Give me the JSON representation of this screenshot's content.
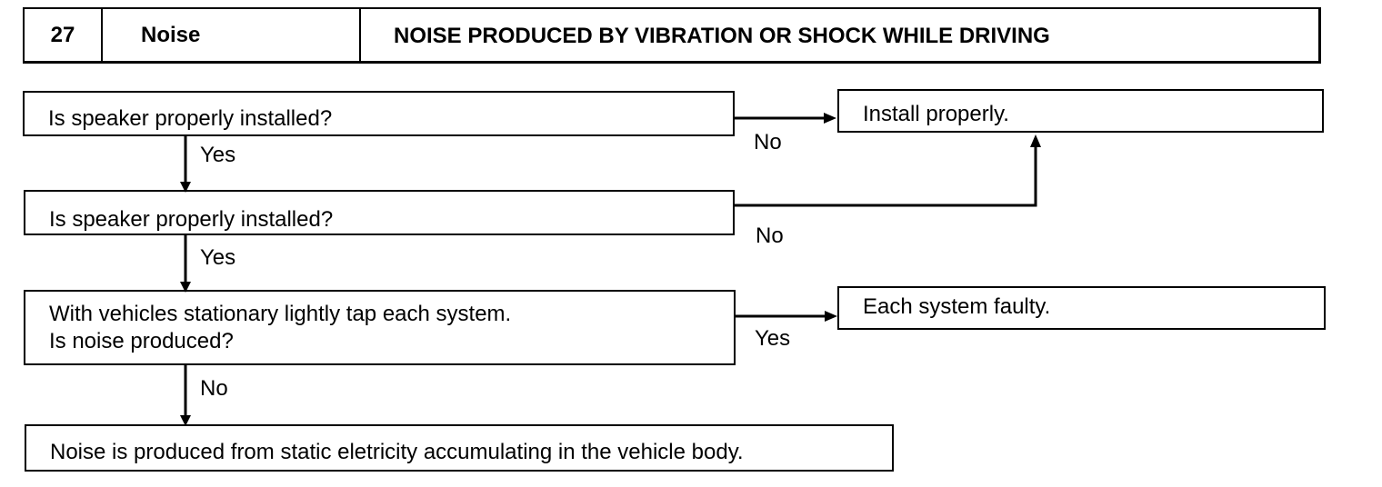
{
  "header": {
    "number": "27",
    "category": "Noise",
    "title": "NOISE PRODUCED BY VIBRATION OR SHOCK WHILE DRIVING"
  },
  "steps": {
    "q1": "Is speaker properly installed?",
    "q2": "Is speaker properly installed?",
    "q3_line1": "With vehicles stationary lightly tap each system.",
    "q3_line2": "Is noise produced?",
    "r_install": "Install properly.",
    "r_faulty": "Each system faulty.",
    "r_static": "Noise is produced from static eletricity accumulating in the vehicle body."
  },
  "labels": {
    "yes1": "Yes",
    "no1": "No",
    "yes2": "Yes",
    "no2": "No",
    "yes3": "Yes",
    "no3": "No"
  }
}
